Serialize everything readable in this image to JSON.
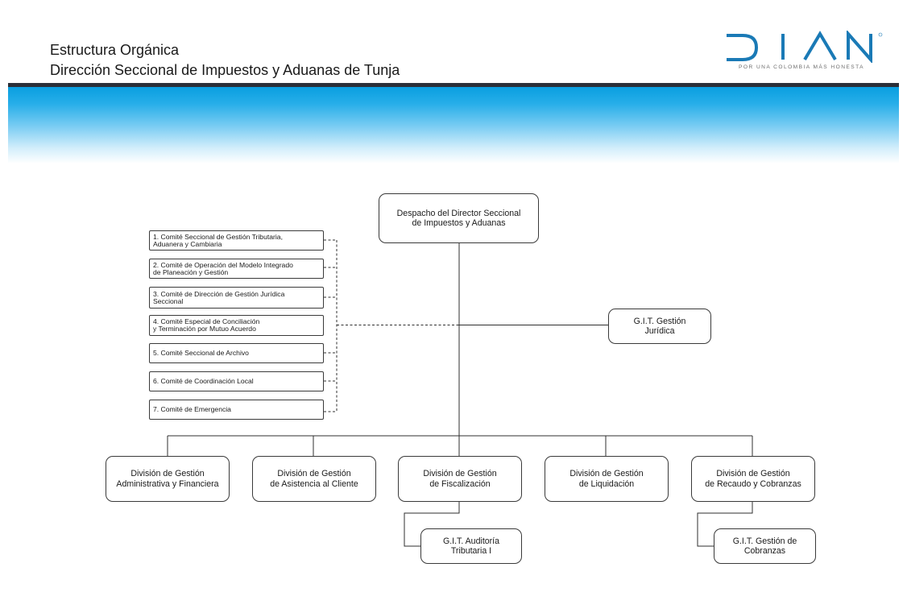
{
  "header": {
    "title_line1": "Estructura Orgánica",
    "title_line2": "Dirección Seccional de Impuestos y Aduanas de Tunja"
  },
  "logo": {
    "wordmark": "DIAN",
    "tagline": "POR UNA COLOMBIA MÁS HONESTA",
    "color": "#1a7ab6"
  },
  "colors": {
    "band_top": "#0a9fe0",
    "dark_bar": "#2b2f38",
    "box_border": "#3a3a3a"
  },
  "org": {
    "director": "Despacho del Director Seccional\nde Impuestos y Aduanas",
    "git_juridica": "G.I.T. Gestión\nJurídica",
    "committees": [
      "1. Comité Seccional de Gestión Tributaria,\n   Aduanera y Cambiaria",
      "2. Comité de Operación del Modelo Integrado\nde Planeación y Gestión",
      "3. Comité de Dirección de Gestión Jurídica\n   Seccional",
      "4. Comité Especial de Conciliación\n   y Terminación por Mutuo Acuerdo",
      "5. Comité Seccional de Archivo",
      "6. Comité de Coordinación Local",
      "7. Comité de Emergencia"
    ],
    "divisions": [
      "División de Gestión\nAdministrativa y Financiera",
      "División de Gestión\nde Asistencia al Cliente",
      "División de Gestión\nde Fiscalización",
      "División de Gestión\nde Liquidación",
      "División de Gestión\nde Recaudo y Cobranzas"
    ],
    "git_auditoria": "G.I.T. Auditoría\nTributaria I",
    "git_cobranzas": "G.I.T. Gestión de\nCobranzas"
  }
}
